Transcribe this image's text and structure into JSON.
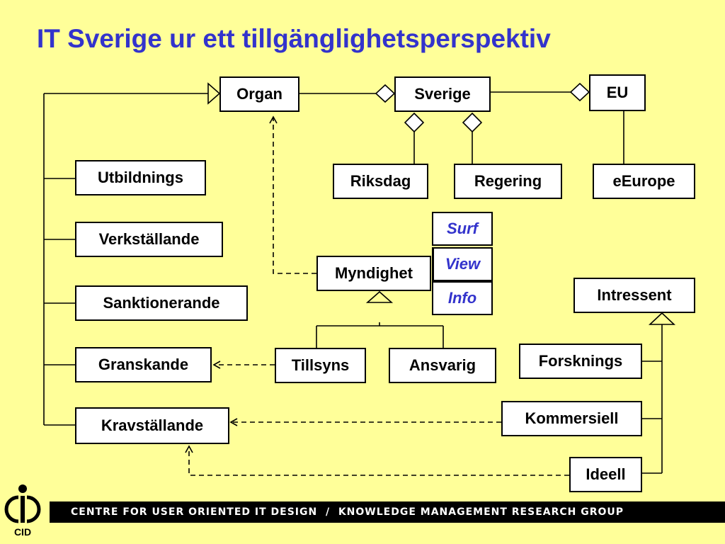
{
  "title": "IT Sverige ur ett tillgänglighetsperspektiv",
  "boxes": {
    "organ": "Organ",
    "sverige": "Sverige",
    "eu": "EU",
    "riksdag": "Riksdag",
    "regering": "Regering",
    "eeurope": "eEurope",
    "utbildnings": "Utbildnings",
    "verkstallande": "Verkställande",
    "sanktionerande": "Sanktionerande",
    "granskande": "Granskande",
    "kravstallande": "Kravställande",
    "myndighet": "Myndighet",
    "tillsyns": "Tillsyns",
    "ansvarig": "Ansvarig",
    "intressent": "Intressent",
    "forsknings": "Forsknings",
    "kommersiell": "Kommersiell",
    "ideell": "Ideell"
  },
  "facets": {
    "surf": "Surf",
    "view": "View",
    "info": "Info"
  },
  "footer": {
    "text": "CENTRE FOR USER ORIENTED IT DESIGN  /  KNOWLEDGE MANAGEMENT RESEARCH GROUP",
    "logo_text": "CID"
  },
  "colors": {
    "background": "#ffff99",
    "title": "#3333cc",
    "facet_text": "#3333cc"
  }
}
